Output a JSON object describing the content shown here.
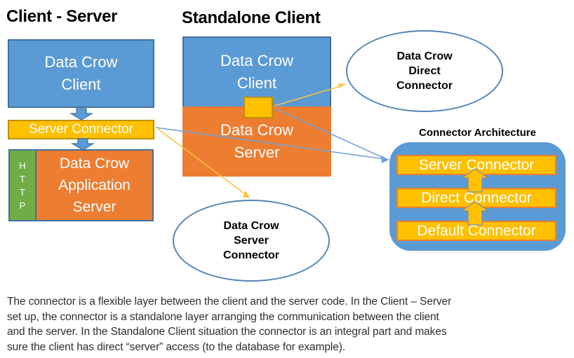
{
  "colors": {
    "box_blue": "#5B9BD5",
    "box_blue_border": "#41719C",
    "box_orange": "#ED7D31",
    "box_yellow": "#FFC000",
    "yellow_border": "#BF9000",
    "http_green": "#70AD47",
    "line_blue": "#74A3D6",
    "line_yellow": "#FBC342",
    "text_white": "#FFFFFF",
    "text_black": "#000000"
  },
  "left_diagram": {
    "heading": "Client - Server",
    "client_box": {
      "line1": "Data Crow",
      "line2": "Client"
    },
    "server_connector_label": "Server Connector",
    "http_letters": {
      "l1": "H",
      "l2": "T",
      "l3": "T",
      "l4": "P"
    },
    "app_server": {
      "line1": "Data Crow",
      "line2": "Application",
      "line3": "Server"
    }
  },
  "middle_diagram": {
    "heading": "Standalone Client",
    "client_box": {
      "line1": "Data Crow",
      "line2": "Client"
    },
    "server_box": {
      "line1": "Data Crow",
      "line2": "Server"
    }
  },
  "direct_connector_ellipse": {
    "line1": "Data Crow",
    "line2": "Direct",
    "line3": "Connector"
  },
  "server_connector_ellipse": {
    "line1": "Data Crow",
    "line2": "Server",
    "line3": "Connector"
  },
  "architecture": {
    "title": "Connector Architecture",
    "bar1": "Server Connector",
    "bar2": "Direct Connector",
    "bar3": "Default Connector"
  },
  "description": {
    "line1": "The connector is a flexible layer between the client and the server code. In the Client – Server",
    "line2": "set up, the connector is a standalone layer arranging the communication between the client",
    "line3": "and the server. In the Standalone Client situation the connector is an integral part and makes",
    "line4": "sure the client has direct “server” access (to the database for example)."
  }
}
